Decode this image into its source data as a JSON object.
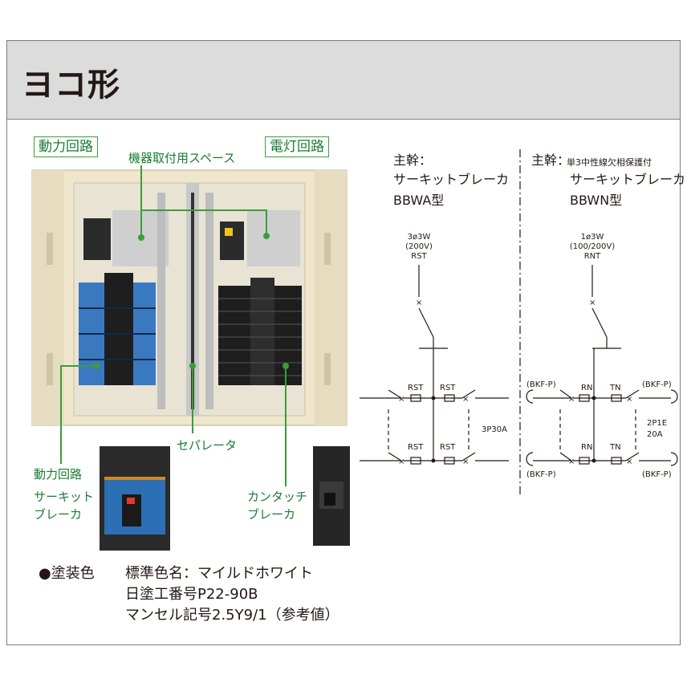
{
  "title": "ヨコ形",
  "photo": {
    "left_tag": "動力回路",
    "right_tag": "電灯回路",
    "callout_space": "機器取付用スペース",
    "callout_separator": "セパレータ",
    "callout_power_line1": "動力回路",
    "callout_power_line2": "サーキット",
    "callout_power_line3": "ブレーカ",
    "callout_kantach_line1": "カンタッチ",
    "callout_kantach_line2": "ブレーカ"
  },
  "paint": {
    "bullet": "●塗装色",
    "line1": "標準色名：マイルドホワイト",
    "line2": "日塗工番号P22-90B",
    "line3": "マンセル記号2.5Y9/1（参考値）",
    "color_hex": "#f3ecd6"
  },
  "schematic_left": {
    "heading1": "主幹：",
    "heading2": "サーキットブレーカ",
    "heading3": "BBWA型",
    "supply1": "3ø3W",
    "supply2": "(200V)",
    "supply3": "RST",
    "top_label_a": "RST",
    "top_label_b": "RST",
    "bottom_label_a": "RST",
    "bottom_label_b": "RST",
    "rating": "3P30A"
  },
  "schematic_right": {
    "heading1": "主幹：",
    "heading1_note": "単3中性線欠相保護付",
    "heading2": "サーキットブレーカ",
    "heading3": "BBWN型",
    "supply1": "1ø3W",
    "supply2": "(100/200V)",
    "supply3": "RNT",
    "top_label_a": "RN",
    "top_label_b": "TN",
    "bottom_label_a": "RN",
    "bottom_label_b": "TN",
    "bkf_top_left": "(BKF-P)",
    "bkf_top_right": "(BKF-P)",
    "bkf_bottom_left": "(BKF-P)",
    "bkf_bottom_right": "(BKF-P)",
    "rating1": "2P1E",
    "rating2": "20A"
  },
  "colors": {
    "accent_green": "#1a7a33",
    "title_bar": "#dcdcdc",
    "border": "#7d7d7d"
  }
}
